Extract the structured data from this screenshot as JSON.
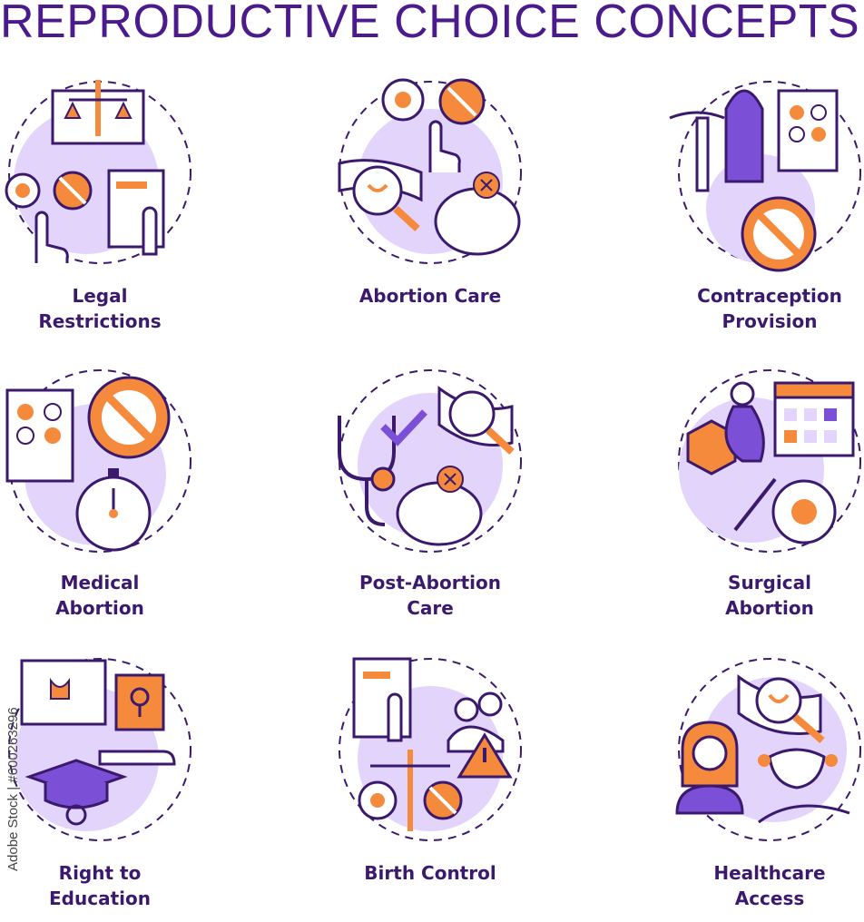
{
  "title": "REPRODUCTIVE CHOICE CONCEPTS",
  "concepts": [
    {
      "line1": "Legal",
      "line2": "Restrictions",
      "icon": "legal-restrictions-icon"
    },
    {
      "line1": "Abortion Care",
      "line2": "",
      "icon": "abortion-care-icon"
    },
    {
      "line1": "Contraception",
      "line2": "Provision",
      "icon": "contraception-provision-icon"
    },
    {
      "line1": "Medical",
      "line2": "Abortion",
      "icon": "medical-abortion-icon"
    },
    {
      "line1": "Post-Abortion",
      "line2": "Care",
      "icon": "post-abortion-care-icon"
    },
    {
      "line1": "Surgical",
      "line2": "Abortion",
      "icon": "surgical-abortion-icon"
    },
    {
      "line1": "Right to",
      "line2": "Education",
      "icon": "right-to-education-icon"
    },
    {
      "line1": "Birth Control",
      "line2": "",
      "icon": "birth-control-icon"
    },
    {
      "line1": "Healthcare",
      "line2": "Access",
      "icon": "healthcare-access-icon"
    }
  ],
  "stock_id": "Adobe Stock | #600263296",
  "colors": {
    "purple": "#4b1a8c",
    "orange": "#f58a3c",
    "lavender": "#e2d4fb",
    "outline": "#3b1a6e"
  }
}
